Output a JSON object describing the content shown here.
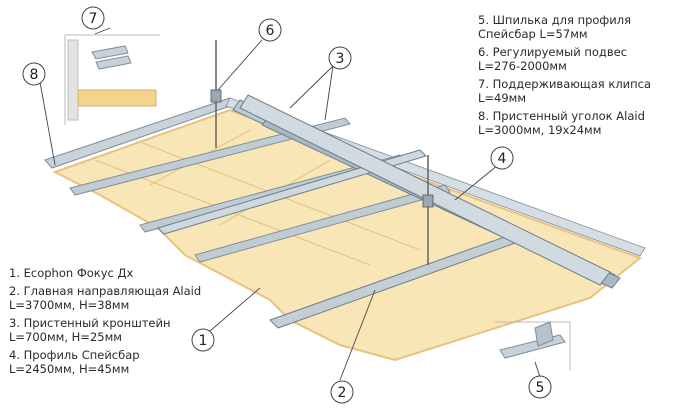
{
  "legend_left": [
    {
      "lines": [
        "1. Ecophon Фокус Дх"
      ]
    },
    {
      "lines": [
        "2. Главная направляющая Alaid",
        "L=3700мм, H=38мм"
      ]
    },
    {
      "lines": [
        "3. Пристенный кронштейн",
        "L=700мм, H=25мм"
      ]
    },
    {
      "lines": [
        "4. Профиль Спейсбар",
        "L=2450мм, H=45мм"
      ]
    }
  ],
  "legend_right": [
    {
      "lines": [
        "5. Шпилька для профиля",
        "Спейсбар L=57мм"
      ]
    },
    {
      "lines": [
        "6. Регулируемый подвес",
        "L=276-2000мм"
      ]
    },
    {
      "lines": [
        "7. Поддерживающая клипса",
        "L=49мм"
      ]
    },
    {
      "lines": [
        "8. Пристенный уголок Alaid",
        "L=3000мм, 19x24мм"
      ]
    }
  ],
  "callouts": [
    "1",
    "2",
    "3",
    "4",
    "5",
    "6",
    "7",
    "8"
  ],
  "colors": {
    "panel": "#f9e6b6",
    "panel_edge": "#e8c27e",
    "metal": "#b9c6cf",
    "metal_dark": "#7f8f9a",
    "rod": "#6b6b6b",
    "wall": "#e3e3e3"
  }
}
